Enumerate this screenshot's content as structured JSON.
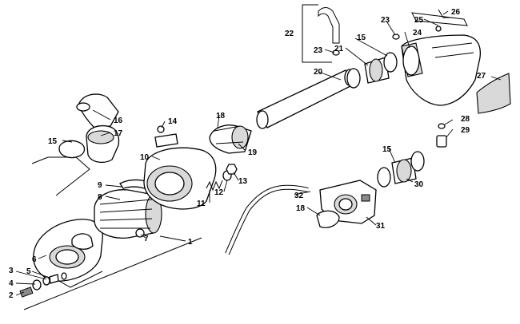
{
  "callouts": {
    "c1": "1",
    "c2": "2",
    "c3": "3",
    "c4": "4",
    "c5": "5",
    "c6": "6",
    "c7": "7",
    "c8": "8",
    "c9": "9",
    "c10": "10",
    "c11": "11",
    "c12": "12",
    "c13": "13",
    "c14": "14",
    "c15a": "15",
    "c15b": "15",
    "c15c": "15",
    "c16": "16",
    "c17": "17",
    "c18a": "18",
    "c18b": "18",
    "c19": "19",
    "c20": "20",
    "c21": "21",
    "c22": "22",
    "c23a": "23",
    "c23b": "23",
    "c24": "24",
    "c25": "25",
    "c26": "26",
    "c27": "27",
    "c28": "28",
    "c29": "29",
    "c30": "30",
    "c31": "31",
    "c32": "32"
  }
}
